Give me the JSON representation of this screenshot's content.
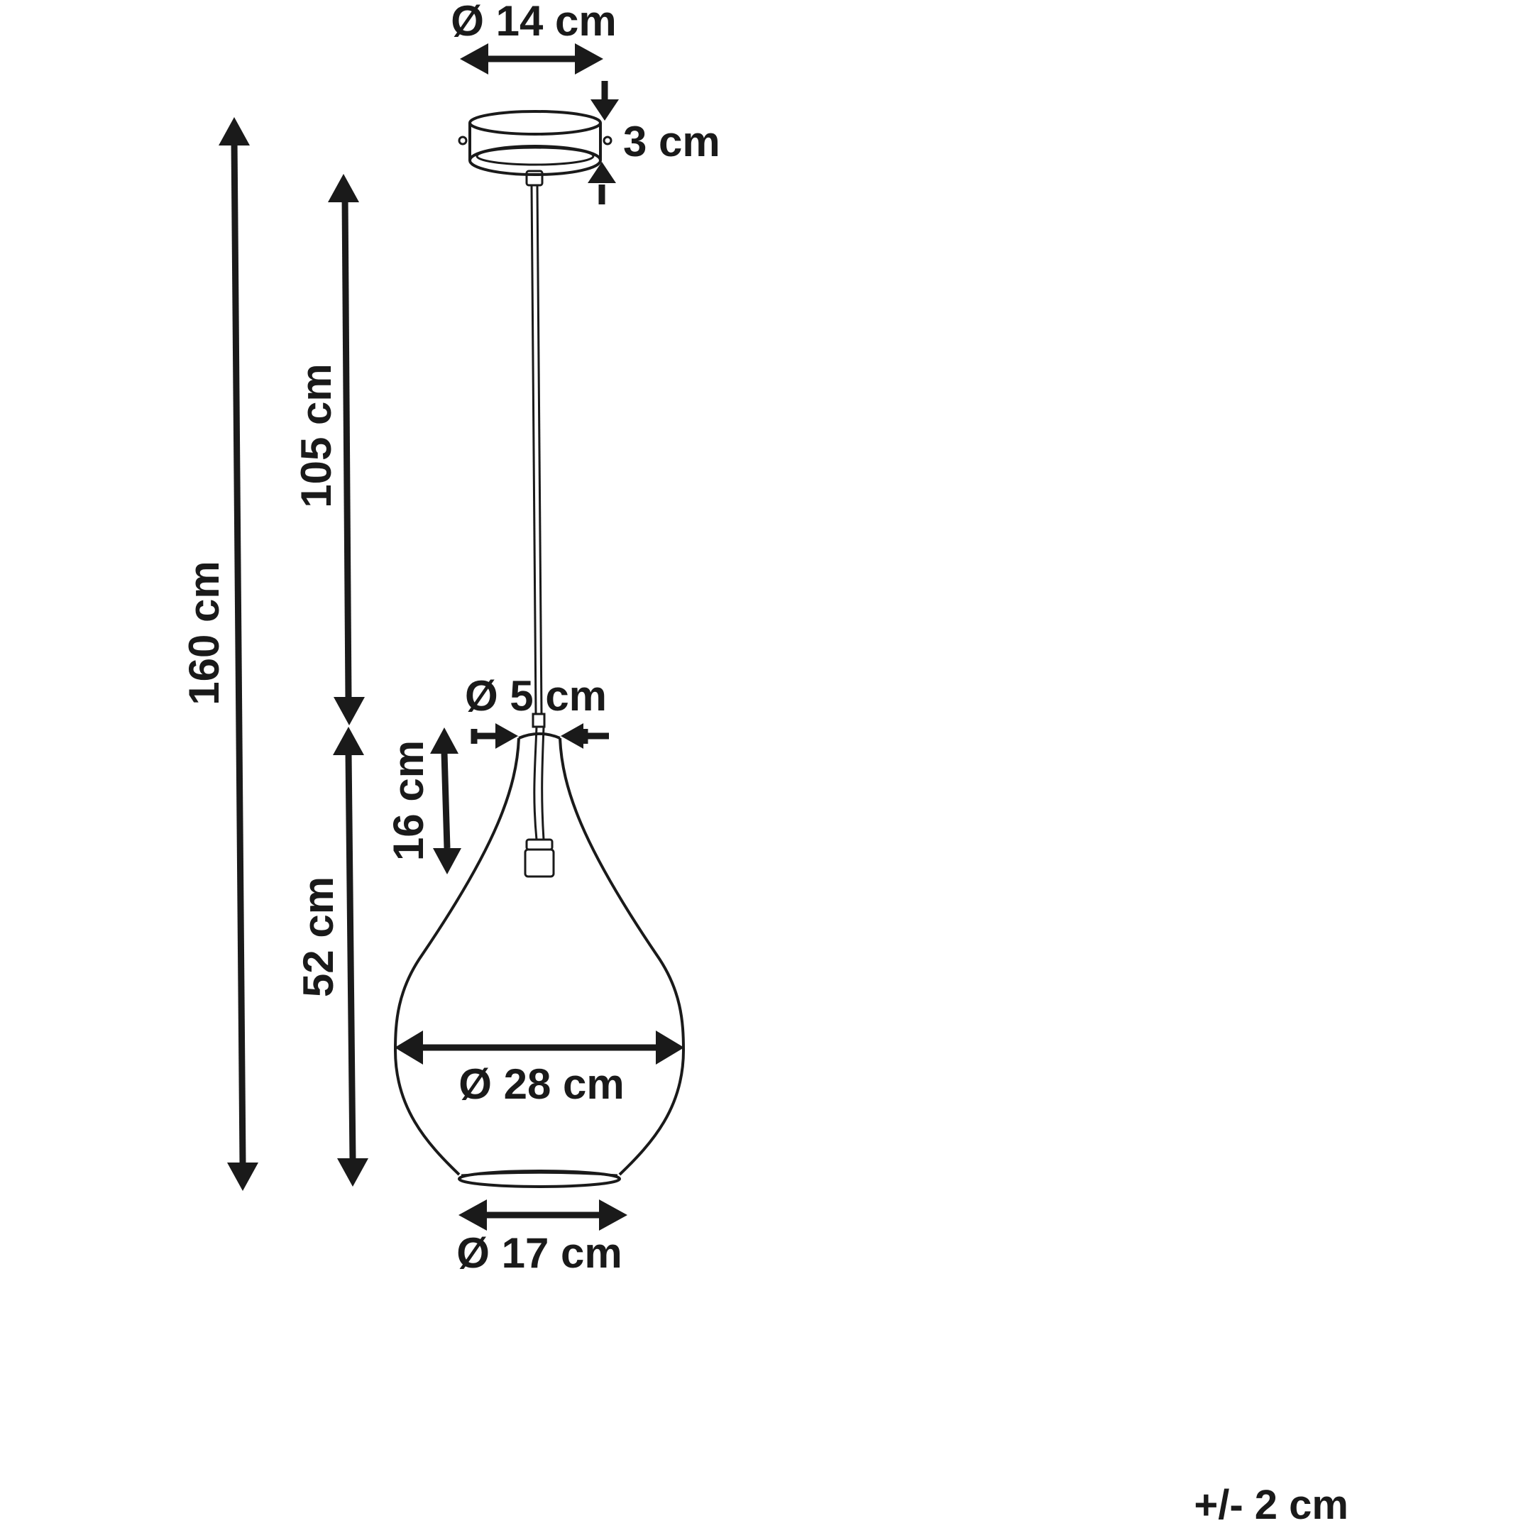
{
  "dimensions": {
    "canopy_diameter": "Ø 14 cm",
    "canopy_height": "3 cm",
    "total_height": "160 cm",
    "cable_length": "105 cm",
    "shade_height": "52 cm",
    "neck_height": "16 cm",
    "neck_diameter": "Ø 5 cm",
    "shade_max_diameter": "Ø 28 cm",
    "shade_bottom_diameter": "Ø 17 cm"
  },
  "tolerance": "+/- 2 cm",
  "colors": {
    "line": "#1a1a1a",
    "background": "#ffffff"
  }
}
